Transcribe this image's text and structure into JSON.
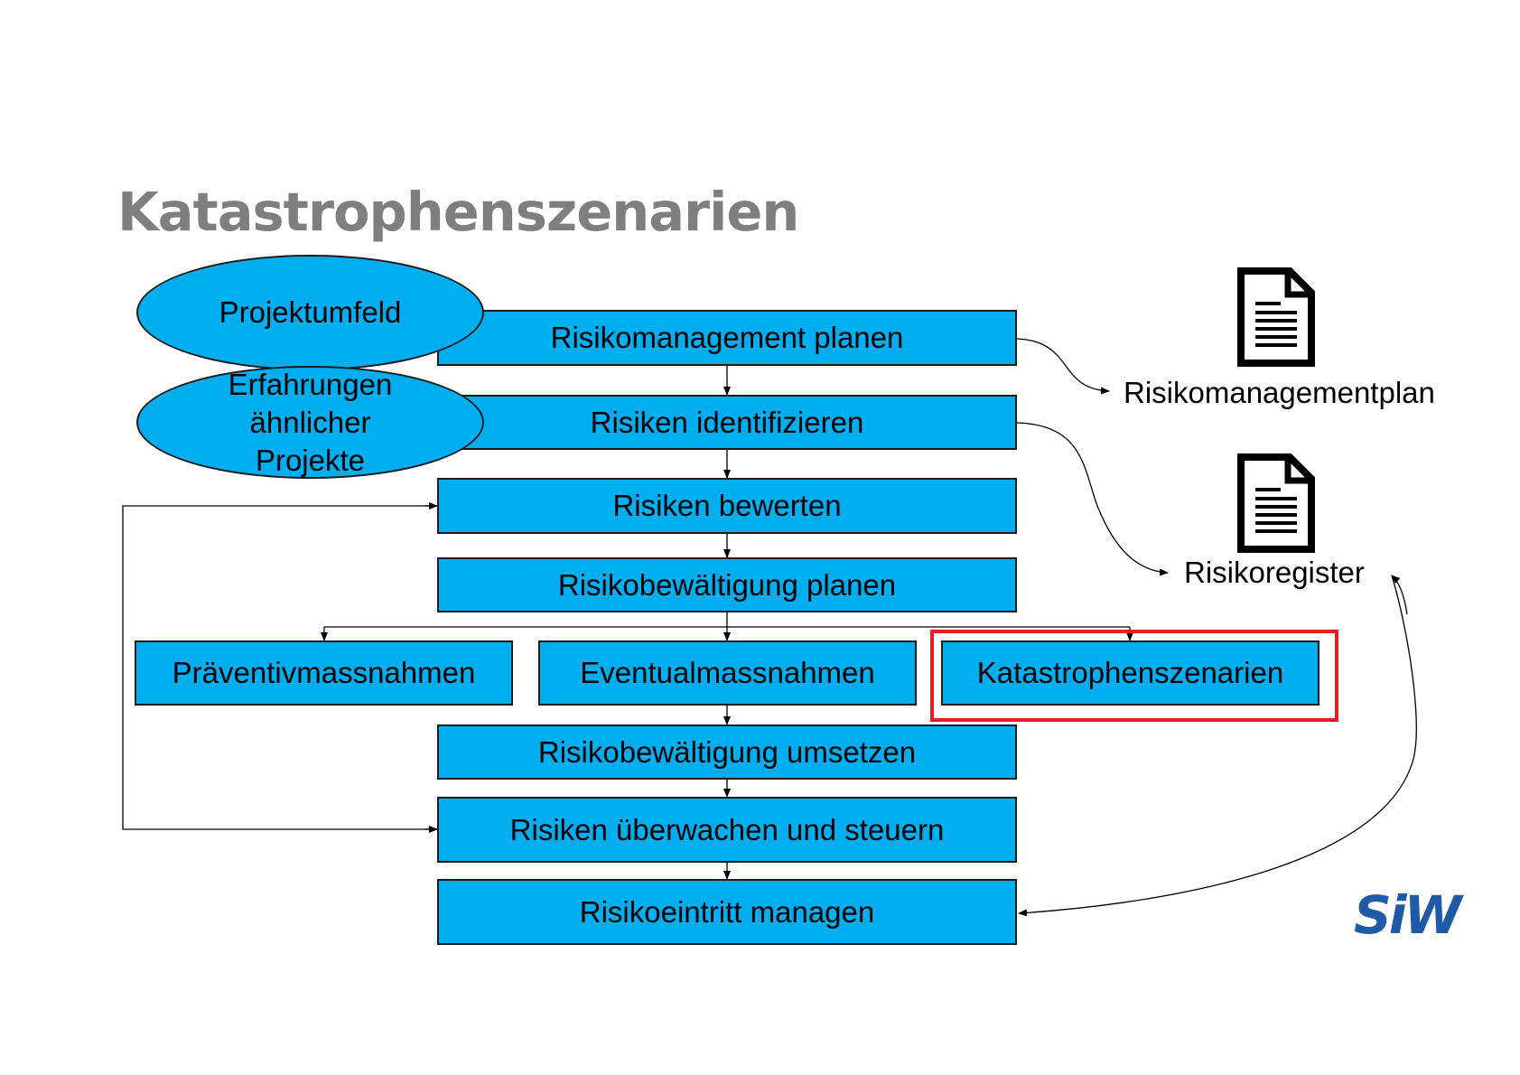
{
  "page": {
    "title": "Katastrophenszenarien"
  },
  "inputs": {
    "projektumfeld": "Projektumfeld",
    "erfahrungen": [
      "Erfahrungen",
      "ähnlicher",
      "Projekte"
    ]
  },
  "process": {
    "risikomanagement_planen": "Risikomanagement planen",
    "risiken_identifizieren": "Risiken identifizieren",
    "risiken_bewerten": "Risiken bewerten",
    "risikobewaeltigung_planen": "Risikobewältigung planen",
    "praeventivmassnahmen": "Präventivmassnahmen",
    "eventualmassnahmen": "Eventualmassnahmen",
    "katastrophenszenarien": "Katastrophenszenarien",
    "risikobewaeltigung_umsetzen": "Risikobewältigung umsetzen",
    "risiken_ueberwachen": "Risiken überwachen und steuern",
    "risikoeintritt_managen": "Risikoeintritt managen"
  },
  "outputs": {
    "risikomanagementplan": "Risikomanagementplan",
    "risikoregister": "Risikoregister"
  },
  "colors": {
    "box_fill": "#00aeef",
    "highlight": "#e31e24",
    "title": "#7f7f7f",
    "logo": "#1e5aa8"
  },
  "logo": {
    "text": "SiW"
  }
}
